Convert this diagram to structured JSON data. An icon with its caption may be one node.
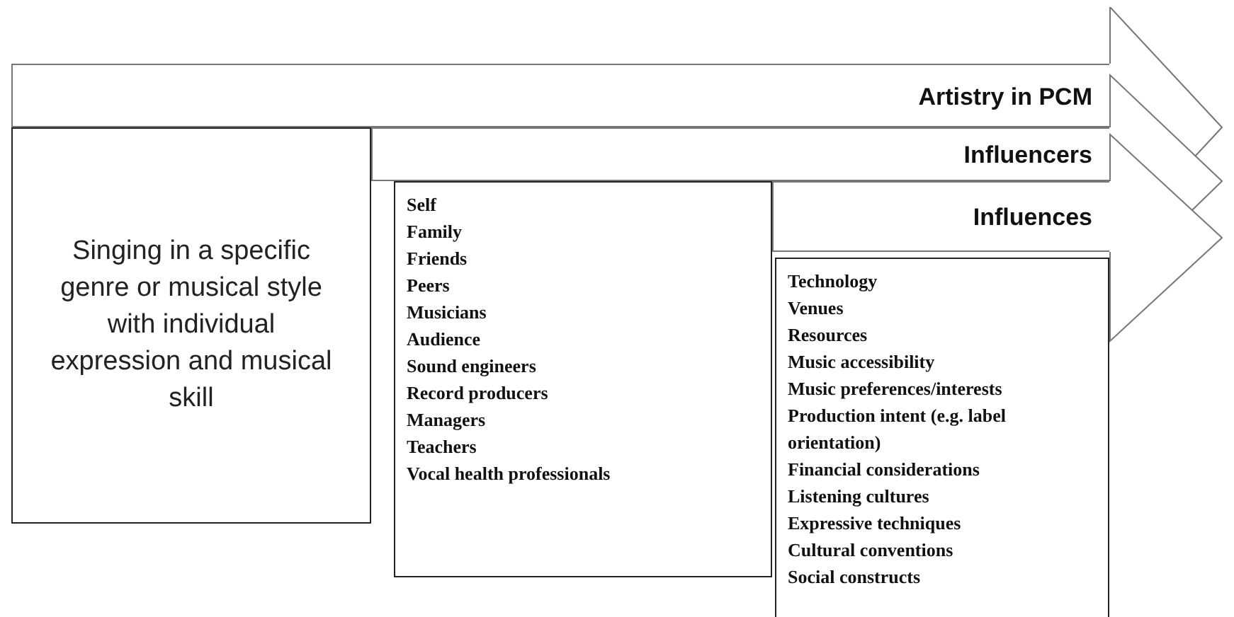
{
  "diagram": {
    "nodes": [
      {
        "text": [
          "Artistry in PCM"
        ]
      },
      {
        "text": [
          "Influencers"
        ]
      },
      {
        "text": [
          "Influences"
        ]
      },
      {
        "text": [
          "Singing in a specific genre or musical style with individual expression and musical skill"
        ]
      },
      {
        "text": [
          "Self",
          "Family",
          "Friends",
          "Peers",
          "Musicians",
          "Audience",
          "Sound engineers",
          "Record producers",
          "Managers",
          "Teachers",
          "Vocal health professionals"
        ]
      },
      {
        "text": [
          "Technology",
          "Venues",
          "Resources",
          "Music accessibility",
          "Music preferences/interests",
          "Production intent (e.g. label orientation)",
          "Financial considerations",
          "Listening cultures",
          "Expressive techniques",
          "Cultural conventions",
          "Social constructs"
        ]
      }
    ],
    "edges": []
  }
}
